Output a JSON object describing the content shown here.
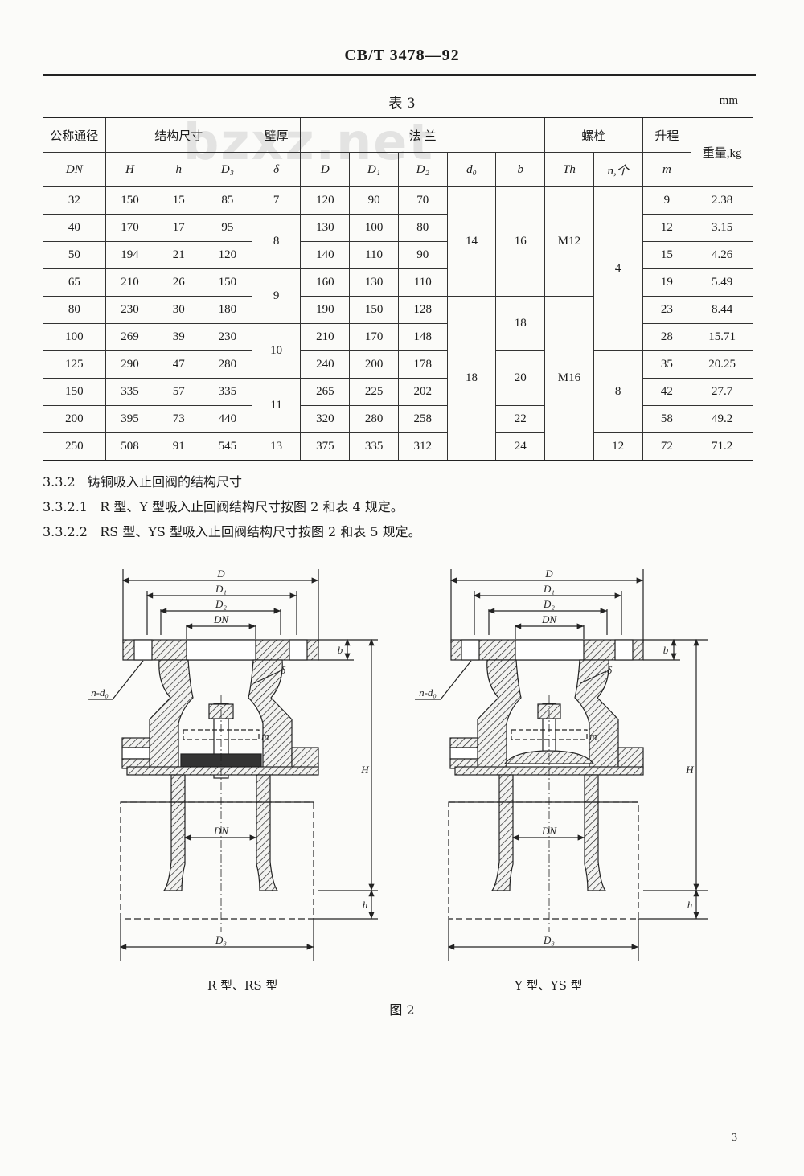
{
  "header": {
    "std_code": "CB/T 3478—92"
  },
  "watermark": "bzxz.net",
  "table": {
    "title": "表 3",
    "unit": "mm",
    "group_headers": {
      "dn": "公称通径",
      "structure": "结构尺寸",
      "wall": "壁厚",
      "flange": "法 兰",
      "bolt": "螺栓",
      "lift": "升程",
      "weight": "重量,kg"
    },
    "sub_headers": {
      "dn": "DN",
      "H": "H",
      "h": "h",
      "D3": "D₃",
      "delta": "δ",
      "D": "D",
      "D1": "D₁",
      "D2": "D₂",
      "d0": "d₀",
      "b": "b",
      "Th": "Th",
      "n": "n,个",
      "m": "m"
    },
    "rows": [
      {
        "dn": "32",
        "H": "150",
        "h": "15",
        "D3": "85",
        "delta": "7",
        "D": "120",
        "D1": "90",
        "D2": "70",
        "b": "16",
        "m": "9",
        "w": "2.38"
      },
      {
        "dn": "40",
        "H": "170",
        "h": "17",
        "D3": "95",
        "delta": "8",
        "D": "130",
        "D1": "100",
        "D2": "80",
        "m": "12",
        "w": "3.15"
      },
      {
        "dn": "50",
        "H": "194",
        "h": "21",
        "D3": "120",
        "D": "140",
        "D1": "110",
        "D2": "90",
        "m": "15",
        "w": "4.26"
      },
      {
        "dn": "65",
        "H": "210",
        "h": "26",
        "D3": "150",
        "delta": "9",
        "D": "160",
        "D1": "130",
        "D2": "110",
        "m": "19",
        "w": "5.49"
      },
      {
        "dn": "80",
        "H": "230",
        "h": "30",
        "D3": "180",
        "D": "190",
        "D1": "150",
        "D2": "128",
        "b": "18",
        "m": "23",
        "w": "8.44"
      },
      {
        "dn": "100",
        "H": "269",
        "h": "39",
        "D3": "230",
        "delta": "10",
        "D": "210",
        "D1": "170",
        "D2": "148",
        "m": "28",
        "w": "15.71"
      },
      {
        "dn": "125",
        "H": "290",
        "h": "47",
        "D3": "280",
        "D": "240",
        "D1": "200",
        "D2": "178",
        "b": "20",
        "m": "35",
        "w": "20.25"
      },
      {
        "dn": "150",
        "H": "335",
        "h": "57",
        "D3": "335",
        "delta": "11",
        "D": "265",
        "D1": "225",
        "D2": "202",
        "m": "42",
        "w": "27.7"
      },
      {
        "dn": "200",
        "H": "395",
        "h": "73",
        "D3": "440",
        "D": "320",
        "D1": "280",
        "D2": "258",
        "b": "22",
        "m": "58",
        "w": "49.2"
      },
      {
        "dn": "250",
        "H": "508",
        "h": "91",
        "D3": "545",
        "delta": "13",
        "D": "375",
        "D1": "335",
        "D2": "312",
        "b": "24",
        "n": "12",
        "m": "72",
        "w": "71.2"
      }
    ],
    "merged": {
      "d0_a": "14",
      "d0_b": "18",
      "th_a": "M12",
      "th_b": "M16",
      "n_a": "4",
      "n_b": "8"
    }
  },
  "clauses": [
    {
      "num": "3.3.2",
      "text": "铸铜吸入止回阀的结构尺寸"
    },
    {
      "num": "3.3.2.1",
      "text": "R 型、Y 型吸入止回阀结构尺寸按图 2 和表 4 规定。"
    },
    {
      "num": "3.3.2.2",
      "text": "RS 型、YS 型吸入止回阀结构尺寸按图 2 和表 5 规定。"
    }
  ],
  "figure": {
    "labels": {
      "D": "D",
      "D1": "D₁",
      "D2": "D₂",
      "DN": "DN",
      "b": "b",
      "H": "H",
      "h": "h",
      "D3": "D₃",
      "nd0": "n-d₀",
      "delta": "δ",
      "m": "m"
    },
    "caption_left": "R 型、RS 型",
    "caption_right": "Y 型、YS 型",
    "number": "图 2"
  },
  "page_number": "3"
}
